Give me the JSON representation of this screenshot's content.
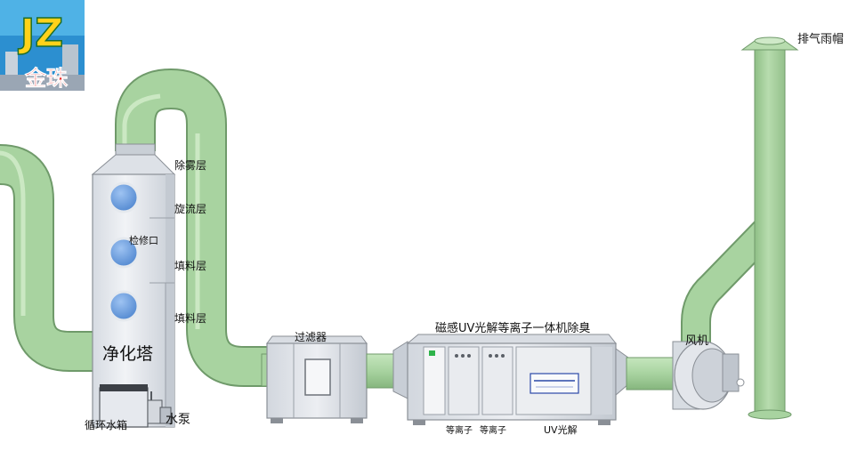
{
  "logo": {
    "letters": "JZ",
    "name": "金珠"
  },
  "labels": {
    "mist_layer": "除雾层",
    "swirl_layer": "旋流层",
    "inspection_port": "检修口",
    "packing_layer_1": "填料层",
    "packing_layer_2": "填料层",
    "tower": "净化塔",
    "water_tank": "循环水箱",
    "pump": "水泵",
    "filter": "过滤器",
    "uv_unit": "磁感UV光解等离子一体机除臭",
    "plasma_1": "等离子",
    "plasma_2": "等离子",
    "uv": "UV光解",
    "fan": "风机",
    "rain_cap": "排气雨帽"
  },
  "colors": {
    "pipe": "#a8d3a0",
    "pipe_edge": "#6f9a6a",
    "equipment": "#e4e7ec",
    "equipment_edge": "#8a8f96",
    "window": "#6aa0e0"
  }
}
